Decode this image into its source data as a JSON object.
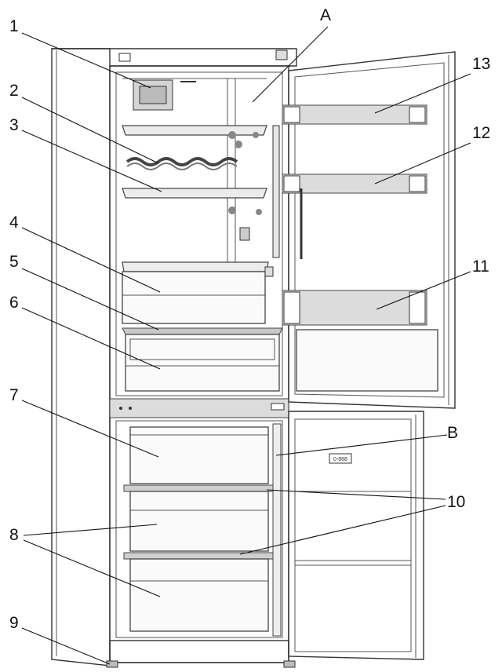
{
  "callouts": [
    {
      "id": "1",
      "text": "1"
    },
    {
      "id": "2",
      "text": "2"
    },
    {
      "id": "3",
      "text": "3"
    },
    {
      "id": "4",
      "text": "4"
    },
    {
      "id": "5",
      "text": "5"
    },
    {
      "id": "6",
      "text": "6"
    },
    {
      "id": "7",
      "text": "7"
    },
    {
      "id": "8",
      "text": "8"
    },
    {
      "id": "9",
      "text": "9"
    },
    {
      "id": "10",
      "text": "10"
    },
    {
      "id": "11",
      "text": "11"
    },
    {
      "id": "12",
      "text": "12"
    },
    {
      "id": "13",
      "text": "13"
    },
    {
      "id": "A",
      "text": "A"
    },
    {
      "id": "B",
      "text": "B"
    }
  ],
  "door_display": "0-888"
}
